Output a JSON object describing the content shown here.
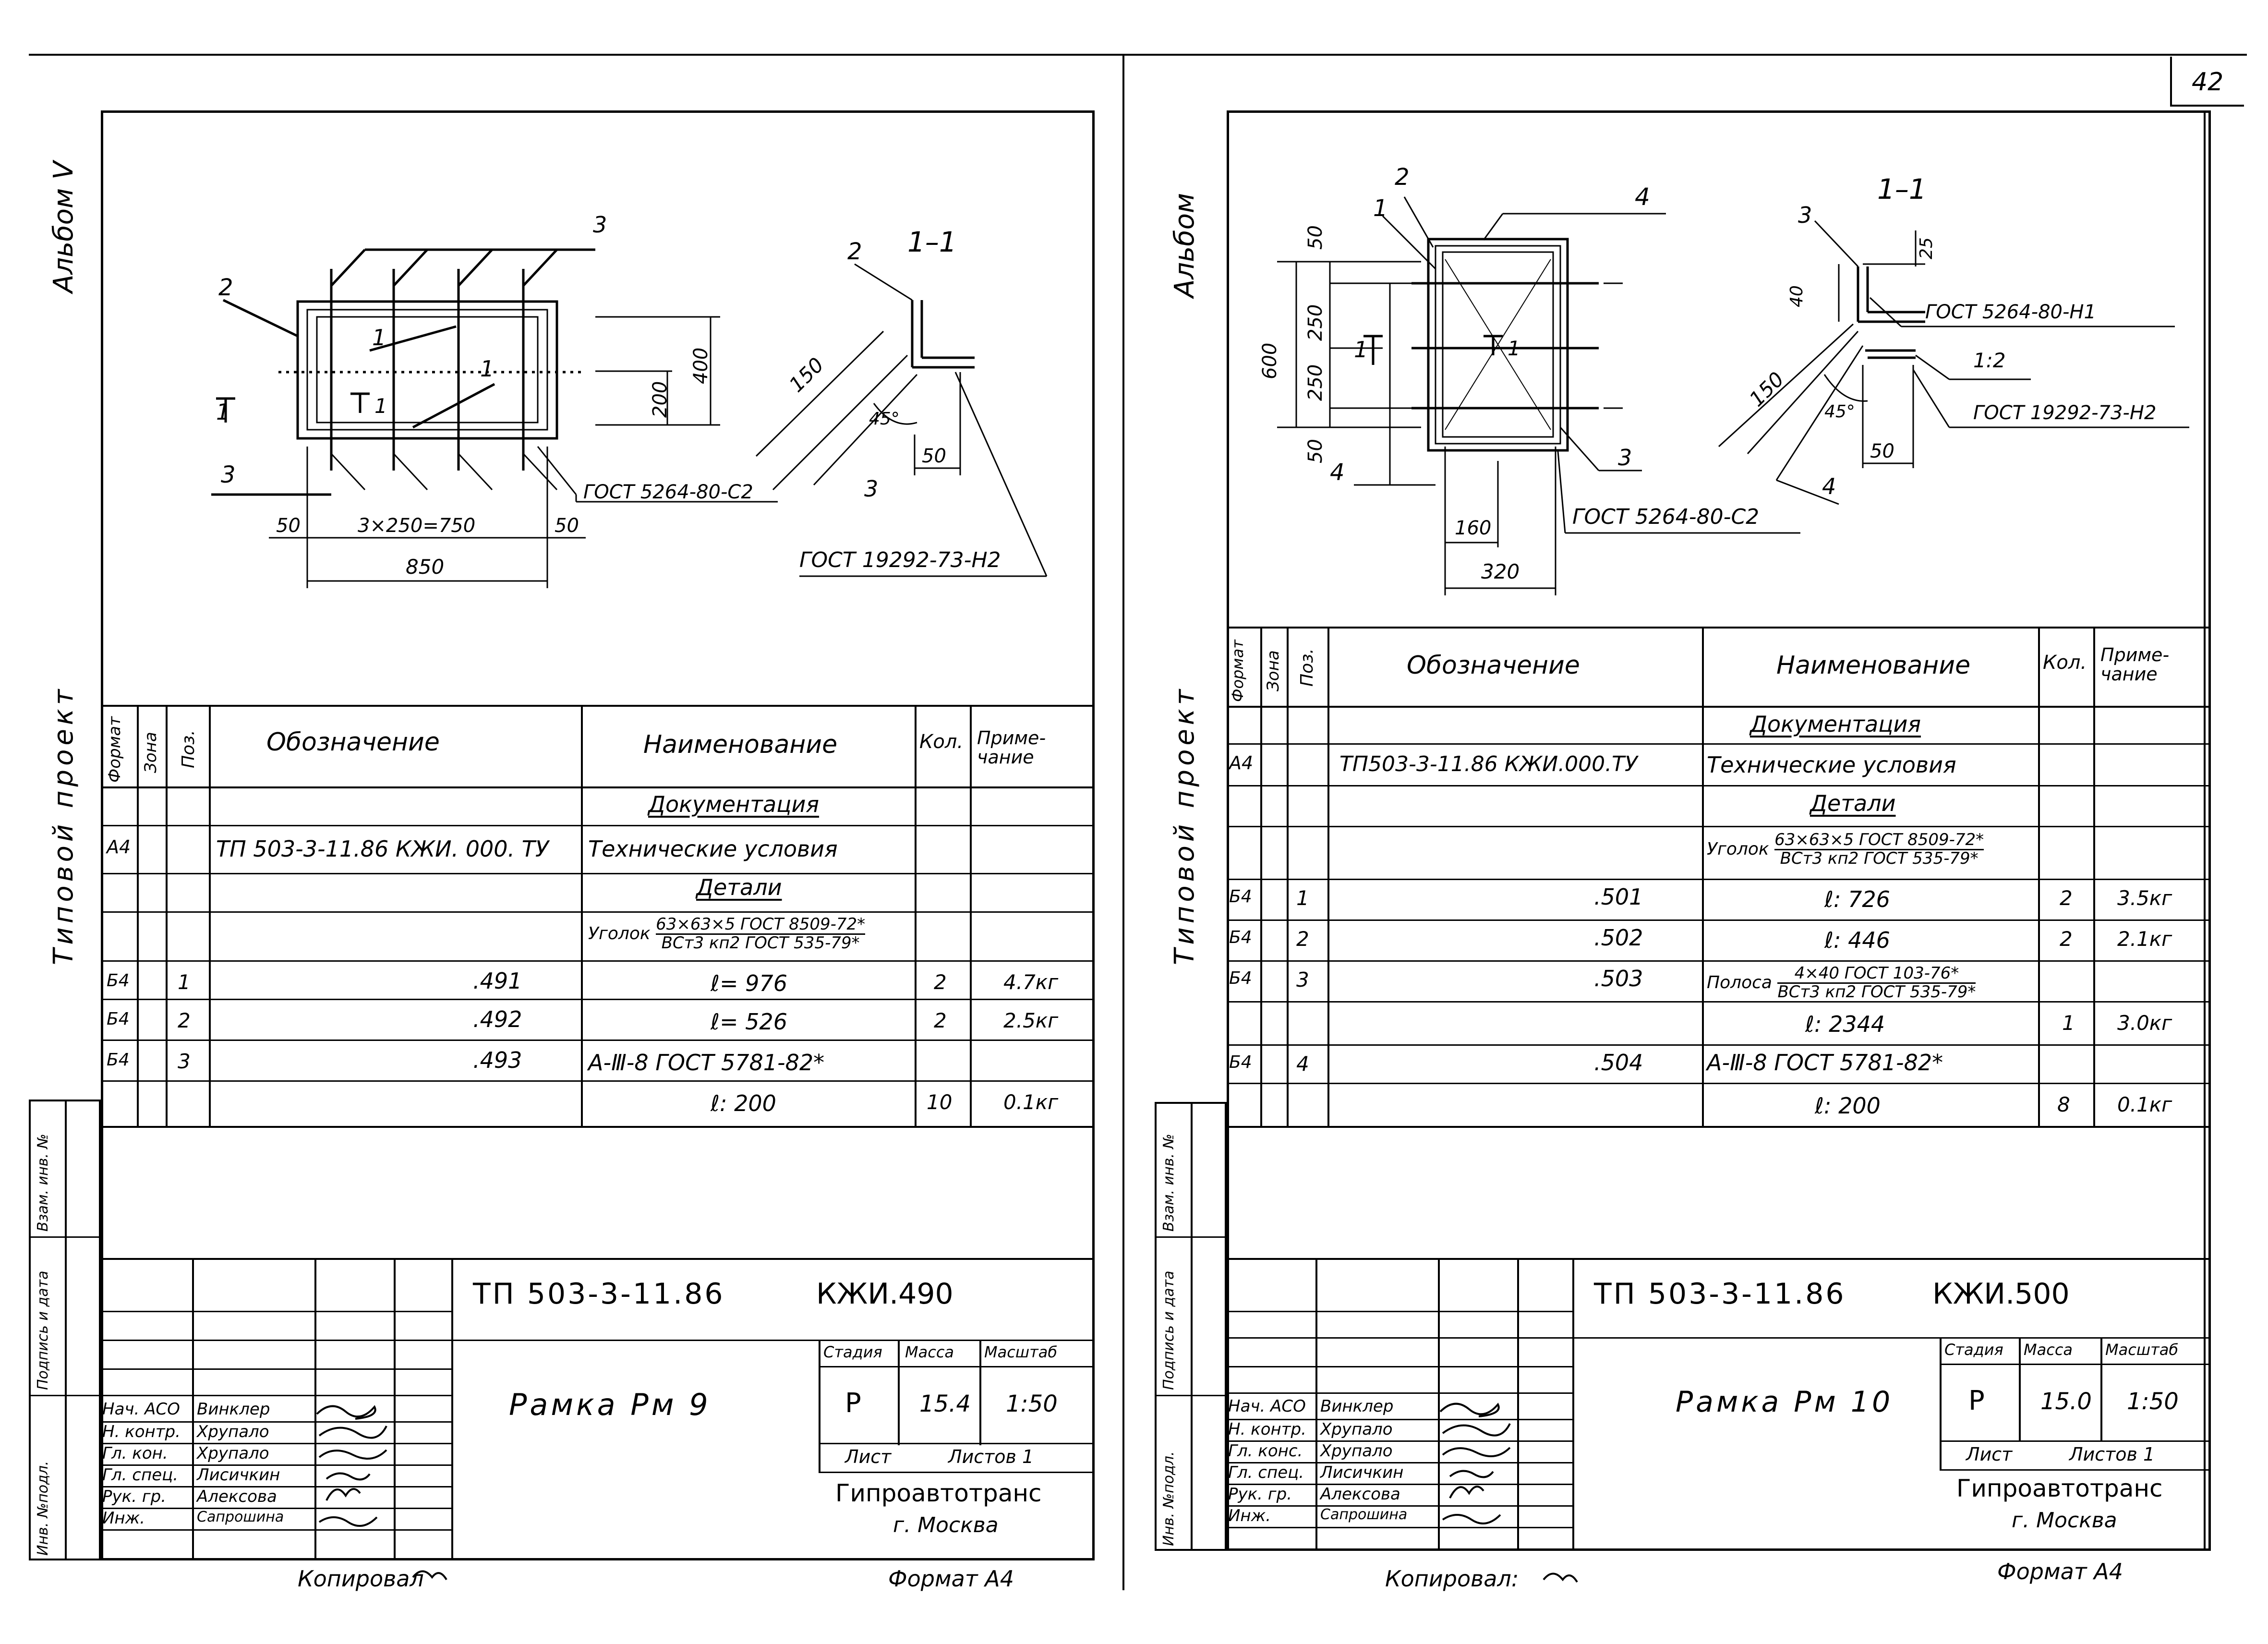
{
  "page_number": "42",
  "left": {
    "album": "Альбом V",
    "series": "Типовой проект",
    "stamp_cols": [
      "Инв. №подл.",
      "Подпись и дата",
      "Взам. инв. №"
    ],
    "drawing": {
      "labels": [
        "3",
        "2",
        "1",
        "1",
        "3",
        "2",
        "1–1",
        "150",
        "45°",
        "50",
        "3",
        "200",
        "400",
        "50",
        "3×250=750",
        "50",
        "850",
        "1",
        "1"
      ],
      "gost_angle": "ГОСТ 5264-80-С2",
      "gost_weld": "ГОСТ 19292-73-Н2"
    },
    "table": {
      "headers": {
        "format": "Формат",
        "zone": "Зона",
        "pos": "Поз.",
        "designation": "Обозначение",
        "name": "Наименование",
        "qty": "Кол.",
        "note": "Приме- чание"
      },
      "section_docs": "Документация",
      "doc_row": {
        "format": "А4",
        "designation": "ТП 503-3-11.86 КЖИ. 000. ТУ",
        "name": "Технические условия"
      },
      "section_parts": "Детали",
      "material": {
        "prefix": "Уголок",
        "top": "63×63×5 ГОСТ 8509-72*",
        "bottom": "ВСт3 кп2 ГОСТ 535-79*"
      },
      "rows": [
        {
          "format": "Б4",
          "pos": "1",
          "designation": ".491",
          "name": "ℓ= 976",
          "qty": "2",
          "note": "4.7кг"
        },
        {
          "format": "Б4",
          "pos": "2",
          "designation": ".492",
          "name": "ℓ= 526",
          "qty": "2",
          "note": "2.5кг"
        },
        {
          "format": "Б4",
          "pos": "3",
          "designation": ".493",
          "name": "А-Ⅲ-8 ГОСТ 5781-82*",
          "qty": "",
          "note": ""
        },
        {
          "format": "",
          "pos": "",
          "designation": "",
          "name": "ℓ: 200",
          "qty": "10",
          "note": "0.1кг"
        }
      ]
    },
    "title_block": {
      "code": "ТП 503-3-11.86",
      "doc": "КЖИ.490",
      "title": "Рамка Рм 9",
      "stage_h": "Стадия",
      "mass_h": "Масса",
      "scale_h": "Масштаб",
      "stage": "Р",
      "mass": "15.4",
      "scale": "1:50",
      "sheet": "Лист",
      "sheets": "Листов 1",
      "org": "Гипроавтотранс",
      "city": "г. Москва",
      "people": [
        {
          "role": "Нач. АСО",
          "name": "Винклер"
        },
        {
          "role": "Н. контр.",
          "name": "Хрупало"
        },
        {
          "role": "Гл. кон.",
          "name": "Хрупало"
        },
        {
          "role": "Гл. спец.",
          "name": "Лисичкин"
        },
        {
          "role": "Рук. гр.",
          "name": "Алексова"
        },
        {
          "role": "Инж.",
          "name": "Сапрошина"
        }
      ]
    },
    "copied": "Копировал",
    "format": "Формат А4"
  },
  "right": {
    "album": "Альбом",
    "series": "Типовой проект",
    "stamp_cols": [
      "Инв. №подл.",
      "Подпись и дата",
      "Взам. инв. №"
    ],
    "drawing": {
      "labels": [
        "2",
        "1",
        "4",
        "50",
        "250",
        "250",
        "50",
        "600",
        "1",
        "1",
        "3",
        "4",
        "160",
        "320",
        "1–1",
        "3",
        "25",
        "40",
        "150",
        "45°",
        "50",
        "4",
        "1:2"
      ],
      "gost_top": "ГОСТ 5264-80-Н1",
      "gost_weld": "ГОСТ 19292-73-Н2",
      "gost_bottom": "ГОСТ 5264-80-С2"
    },
    "table": {
      "headers": {
        "format": "Формат",
        "zone": "Зона",
        "pos": "Поз.",
        "designation": "Обозначение",
        "name": "Наименование",
        "qty": "Кол.",
        "note": "Приме- чание"
      },
      "section_docs": "Документация",
      "doc_row": {
        "format": "А4",
        "designation": "ТП503-3-11.86 КЖИ.000.ТУ",
        "name": "Технические условия"
      },
      "section_parts": "Детали",
      "material1": {
        "prefix": "Уголок",
        "top": "63×63×5 ГОСТ 8509-72*",
        "bottom": "ВСт3 кп2 ГОСТ 535-79*"
      },
      "rows1": [
        {
          "format": "Б4",
          "pos": "1",
          "designation": ".501",
          "name": "ℓ: 726",
          "qty": "2",
          "note": "3.5кг"
        },
        {
          "format": "Б4",
          "pos": "2",
          "designation": ".502",
          "name": "ℓ: 446",
          "qty": "2",
          "note": "2.1кг"
        }
      ],
      "material2": {
        "format": "Б4",
        "pos": "3",
        "designation": ".503",
        "prefix": "Полоса",
        "top": "4×40 ГОСТ 103-76*",
        "bottom": "ВСт3 кп2 ГОСТ 535-79*"
      },
      "rows2": [
        {
          "format": "",
          "pos": "",
          "designation": "",
          "name": "ℓ: 2344",
          "qty": "1",
          "note": "3.0кг"
        },
        {
          "format": "Б4",
          "pos": "4",
          "designation": ".504",
          "name": "А-Ⅲ-8 ГОСТ 5781-82*",
          "qty": "",
          "note": ""
        },
        {
          "format": "",
          "pos": "",
          "designation": "",
          "name": "ℓ: 200",
          "qty": "8",
          "note": "0.1кг"
        }
      ]
    },
    "title_block": {
      "code": "ТП 503-3-11.86",
      "doc": "КЖИ.500",
      "title": "Рамка Рм 10",
      "stage_h": "Стадия",
      "mass_h": "Масса",
      "scale_h": "Масштаб",
      "stage": "Р",
      "mass": "15.0",
      "scale": "1:50",
      "sheet": "Лист",
      "sheets": "Листов 1",
      "org": "Гипроавтотранс",
      "city": "г. Москва",
      "people": [
        {
          "role": "Нач. АСО",
          "name": "Винклер"
        },
        {
          "role": "Н. контр.",
          "name": "Хрупало"
        },
        {
          "role": "Гл. конс.",
          "name": "Хрупало"
        },
        {
          "role": "Гл. спец.",
          "name": "Лисичкин"
        },
        {
          "role": "Рук. гр.",
          "name": "Алексова"
        },
        {
          "role": "Инж.",
          "name": "Сапрошина"
        }
      ]
    },
    "copied": "Копировал:",
    "format": "Формат А4"
  }
}
